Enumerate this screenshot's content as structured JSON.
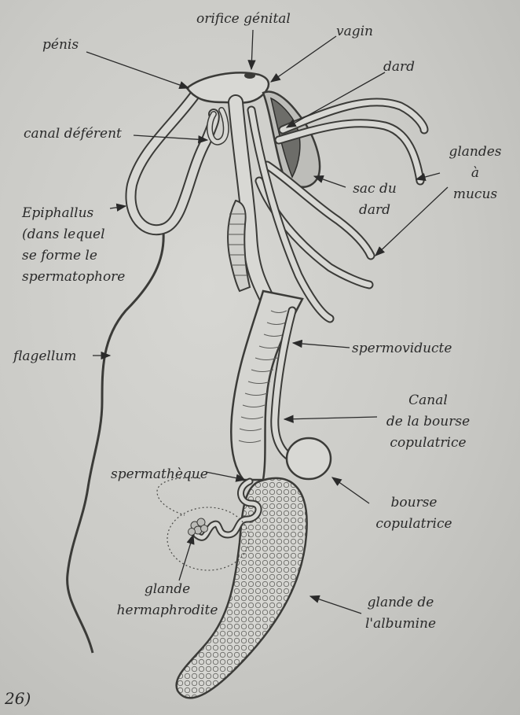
{
  "figure_number": "26)",
  "labels": {
    "orifice_genital": "orifice génital",
    "vagin": "vagin",
    "penis": "pénis",
    "dard": "dard",
    "canal_deferent": "canal déférent",
    "glandes_a_mucus": "glandes\nà\nmucus",
    "epiphallus": "Epiphallus\n(dans lequel\nse forme le\nspermatophore",
    "sac_du_dard": "sac du\ndard",
    "flagellum": "flagellum",
    "spermoviducte": "spermoviducte",
    "canal_bourse": "Canal\nde la bourse\ncopulatrice",
    "spermatheque": "spermathèque",
    "bourse_copulatrice": "bourse\ncopulatrice",
    "glande_hermaphrodite": "glande\nhermaphrodite",
    "glande_albumine": "glande de\nl'albumine"
  }
}
